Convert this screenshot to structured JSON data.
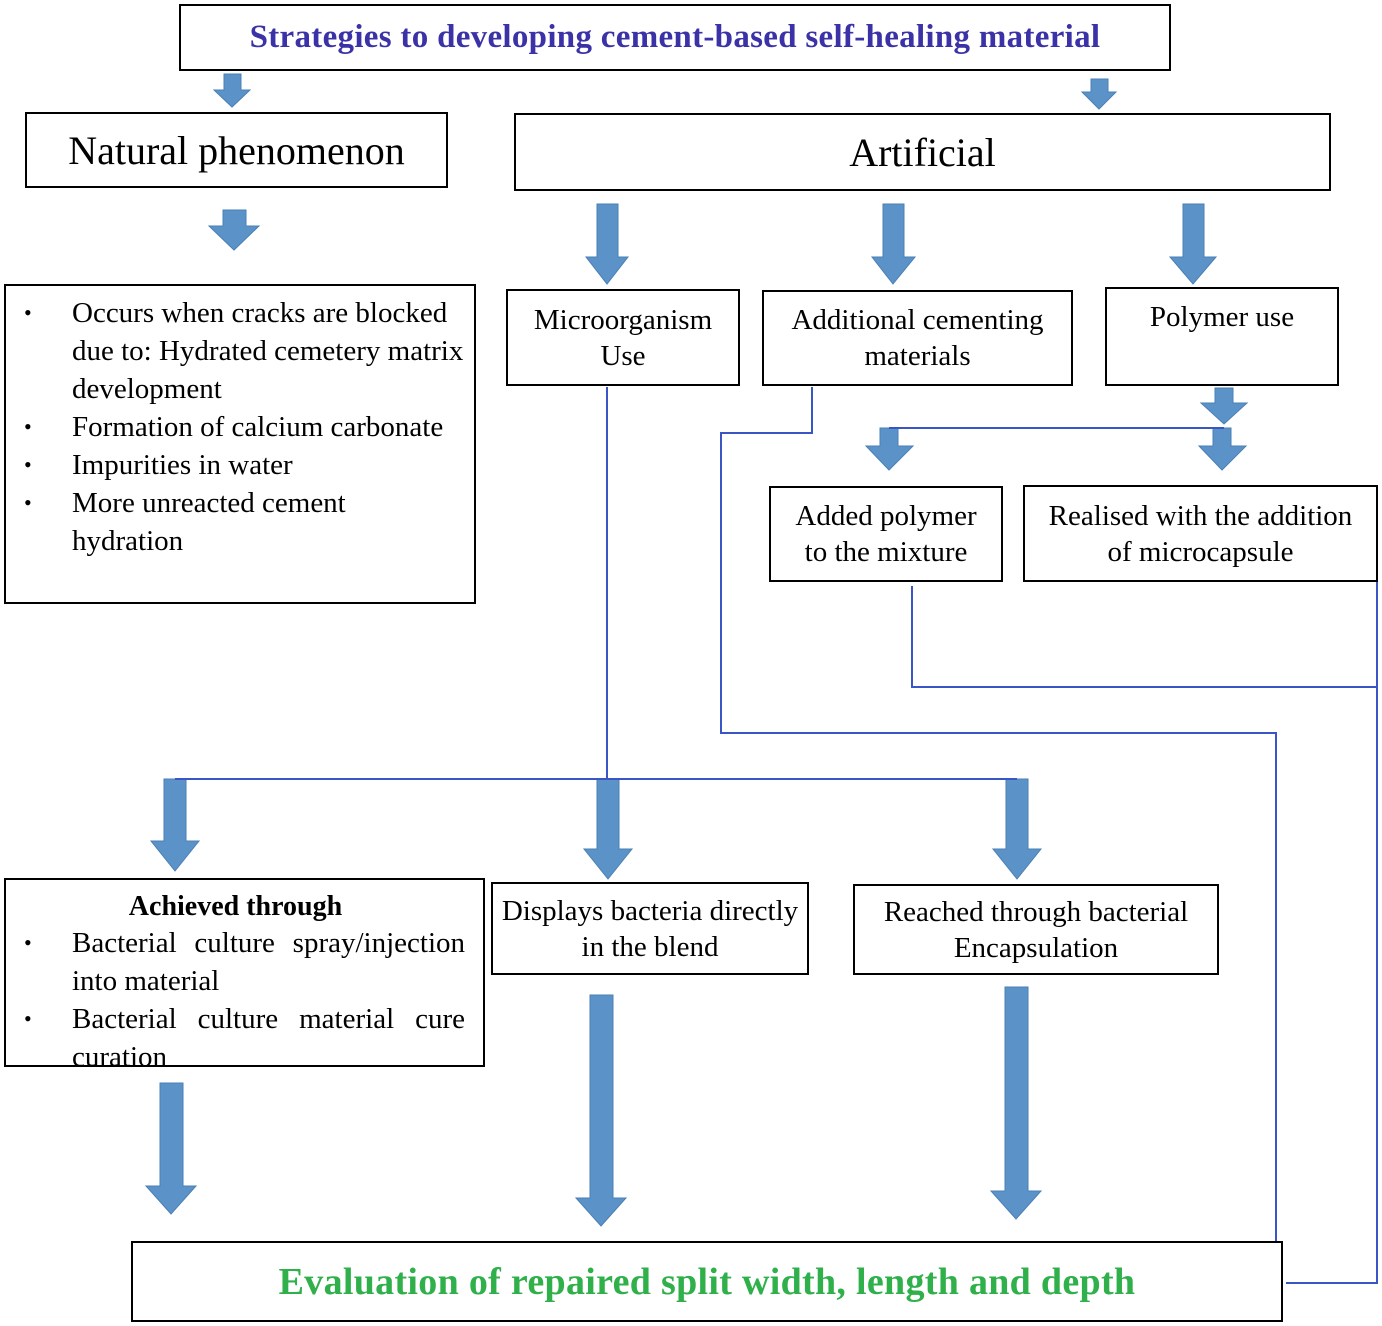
{
  "title": "Strategies to developing cement-based self-healing material",
  "natural": {
    "label": "Natural phenomenon",
    "items": [
      "Occurs when cracks are blocked due to: Hydrated cemetery matrix development",
      "Formation of calcium carbonate",
      "Impurities in water",
      "More unreacted cement hydration"
    ]
  },
  "artificial": {
    "label": "Artificial",
    "microorganism": "Microorganism Use",
    "cementing": "Additional cementing materials",
    "polymer": "Polymer use",
    "added_polymer": "Added polymer to the mixture",
    "microcapsule": "Realised with the addition of microcapsule"
  },
  "achieved": {
    "heading": "Achieved through",
    "items": [
      "Bacterial culture spray/injection into material",
      "Bacterial culture material cure curation"
    ]
  },
  "displays": "Displays bacteria directly in the blend",
  "reached": "Reached through bacterial Encapsulation",
  "evaluation": "Evaluation of repaired split width, length and depth",
  "colors": {
    "title": "#3b32a8",
    "evaluation": "#2fb04a",
    "arrow_fill": "#5b93c9",
    "connector": "#3a56c5"
  }
}
